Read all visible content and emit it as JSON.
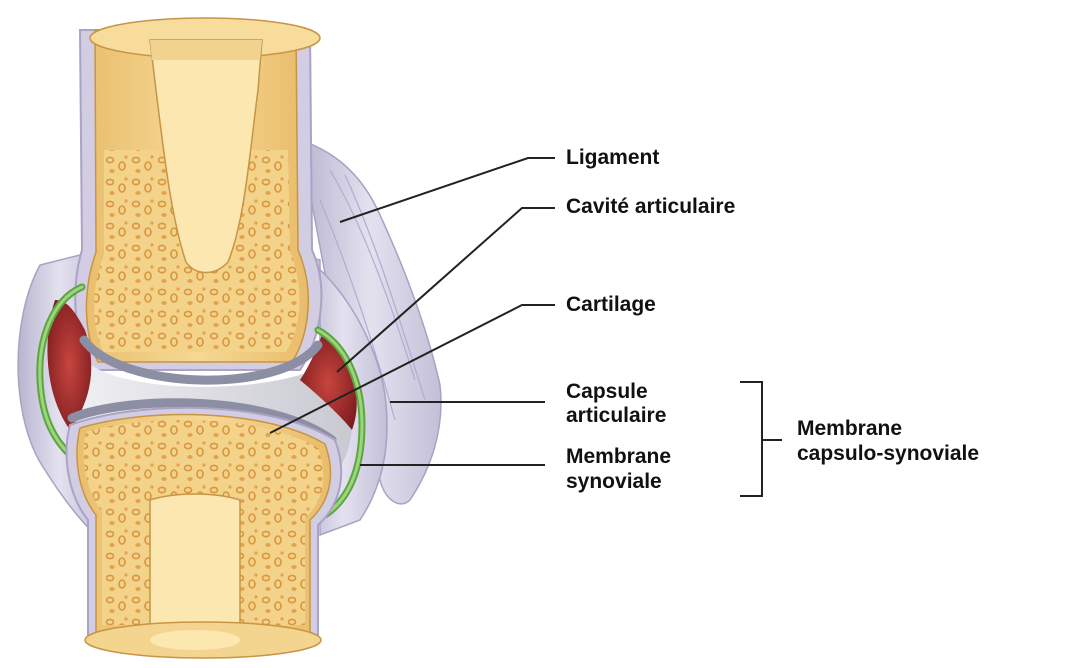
{
  "labels": {
    "ligament": "Ligament",
    "cavite": "Cavité articulaire",
    "cartilage": "Cartilage",
    "capsule_line1": "Capsule",
    "capsule_line2": "articulaire",
    "synoviale_line1": "Membrane",
    "synoviale_line2": "synoviale",
    "group_line1": "Membrane",
    "group_line2": "capsulo-synoviale"
  },
  "colors": {
    "bone": "#f2cf86",
    "bone_shaft": "#f5d691",
    "spongy_spot": "#e3a44f",
    "marrow": "#fbe6ad",
    "periosteum": "#cbc6dc",
    "cartilage": "#8d8fa3",
    "cavity": "#e8e8ec",
    "synovial_fluid": "#a8262a",
    "synovial_membrane": "#79c35a",
    "ligament": "#e3e1ee",
    "leader": "#222222"
  }
}
